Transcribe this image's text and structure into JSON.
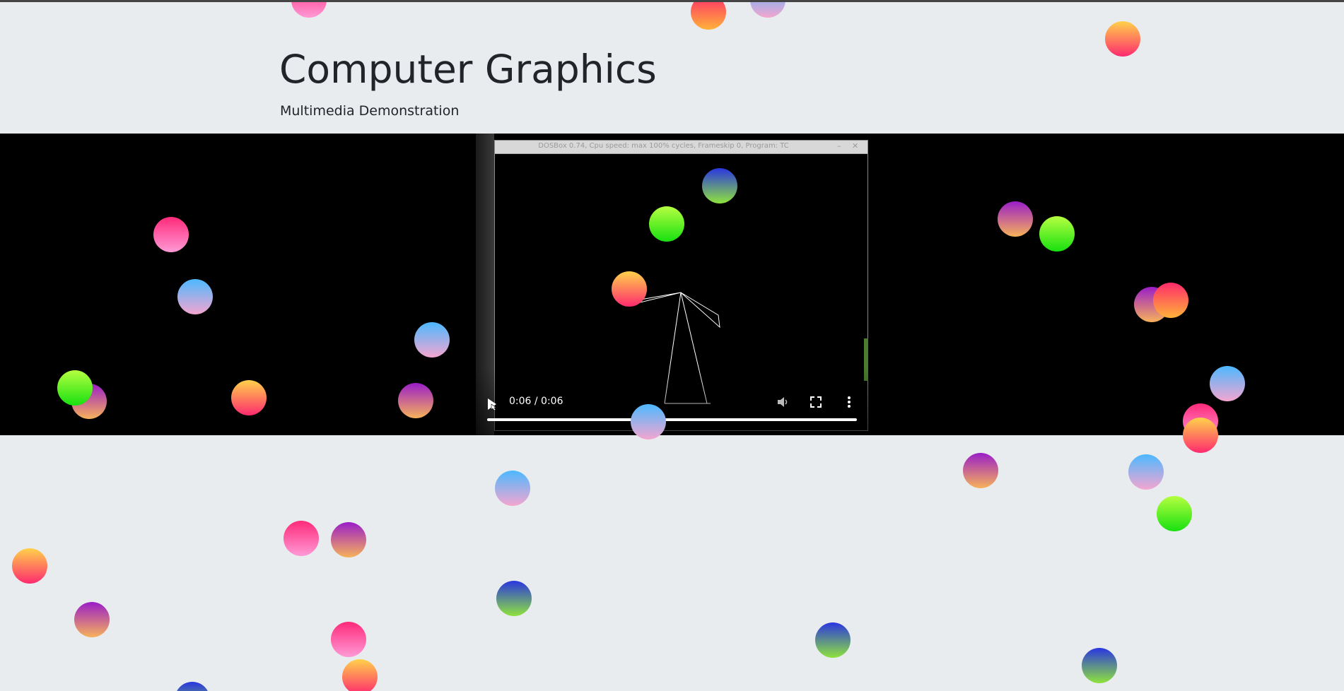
{
  "header": {
    "title": "Computer Graphics",
    "subtitle": "Multimedia Demonstration"
  },
  "video": {
    "dosbox_title": "DOSBox 0.74, Cpu speed: max 100% cycles, Frameskip 0, Program: TC",
    "time": "0:06 / 0:06",
    "progress": 1.0,
    "state": "paused",
    "icons": [
      "play-icon",
      "mute-icon",
      "fullscreen-icon",
      "more-options-icon"
    ]
  },
  "ball_gradients": {
    "pink": [
      "#ff2a7a",
      "#ff9ad6"
    ],
    "sunset": [
      "#ffd24a",
      "#ff2a6e"
    ],
    "sky": [
      "#4cb8ff",
      "#f4a6d0"
    ],
    "lime": [
      "#b5ff40",
      "#18e010"
    ],
    "purple": [
      "#9a1ec8",
      "#f7b25a"
    ],
    "ocean": [
      "#2a36e0",
      "#8ee33c"
    ],
    "coral": [
      "#ff2a6a",
      "#ffb33a"
    ]
  }
}
